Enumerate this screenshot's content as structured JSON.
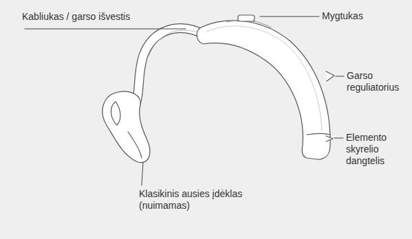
{
  "diagram": {
    "labels": [
      "Kabliukas / garso išvestis",
      "Mygtukas",
      "Garso reguliatorius",
      "Elemento skyrelio dangtelis",
      "Klasikinis ausies įdėklas (nuimamas)"
    ]
  }
}
